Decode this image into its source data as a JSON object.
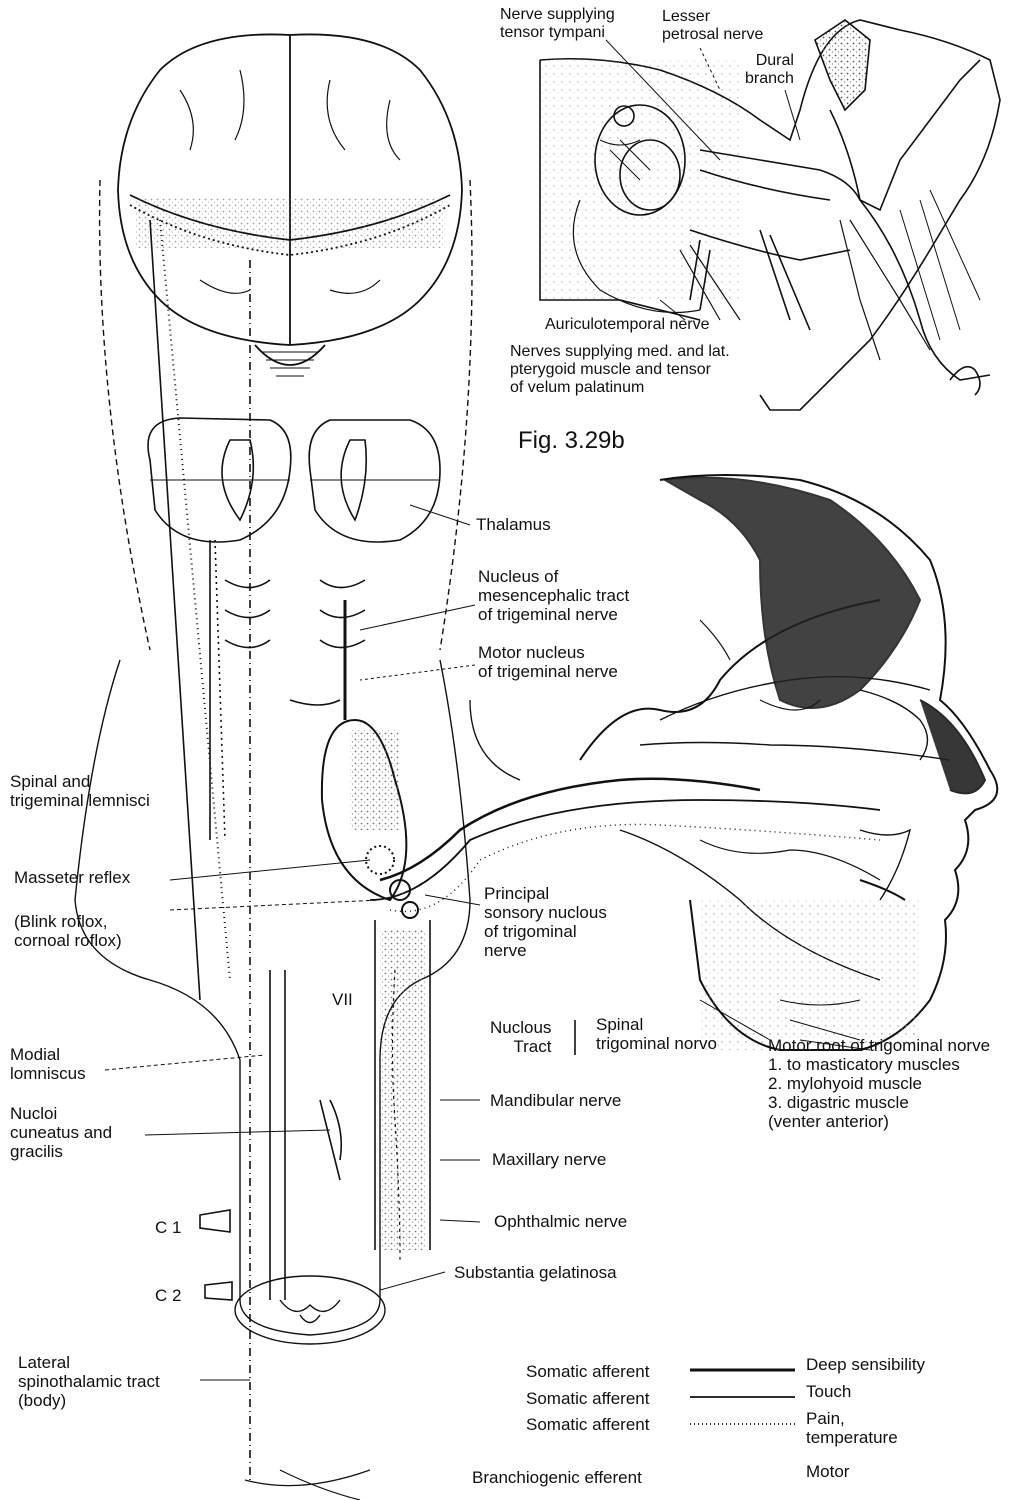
{
  "figure": {
    "caption": "Fig. 3.29b"
  },
  "inset_labels": {
    "nerve_tensor_tympani": "Nerve supplying\ntensor tympani",
    "lesser_petrosal": "Lesser\npetrosal nerve",
    "dural_branch": "Dural\nbranch",
    "auriculotemporal": "Auriculotemporal nerve",
    "pterygoid_nerves": "Nerves supplying med. and lat.\npterygoid muscle and tensor\nof velum palatinum"
  },
  "labels": {
    "thalamus": "Thalamus",
    "mesencephalic_nucleus": "Nucleus of\nmesencephalic tract\nof trigeminal nerve",
    "motor_nucleus": "Motor nucleus\nof trigeminal nerve",
    "spinal_lemnisci": "Spinal and\ntrigeminal lemnisci",
    "masseter_reflex": "Masseter reflex",
    "blink_reflex": "(Blink roflox,\ncornoal roflox)",
    "principal_nucleus": "Principal\nsonsory nuclous\nof trigominal\nnerve",
    "vii": "VII",
    "nucleus_tract": "Nuclous\nTract",
    "spinal_trigeminal": "Spinal\ntrigominal norvo",
    "motor_root": "Motor root of trigominal norve\n1. to masticatory muscles\n2. mylohyoid muscle\n3. digastric muscle\n(venter anterior)",
    "medial_lemniscus": "Modial\nlomniscus",
    "nuclei_cuneatus": "Nucloi\ncuneatus and\ngracilis",
    "mandibular": "Mandibular nerve",
    "maxillary": "Maxillary nerve",
    "ophthalmic": "Ophthalmic nerve",
    "c1": "C 1",
    "c2": "C 2",
    "substantia": "Substantia gelatinosa",
    "lateral_spinothalamic": "Lateral\nspinothalamic tract\n(body)"
  },
  "legend": [
    {
      "left": "Somatic afferent",
      "right": "Deep sensibility",
      "line": "thick"
    },
    {
      "left": "Somatic afferent",
      "right": "Touch",
      "line": "thin"
    },
    {
      "left": "Somatic afferent",
      "right": "Pain,\ntemperature",
      "line": "dotted"
    },
    {
      "left": "Branchiogenic efferent",
      "right": "Motor",
      "line": "none"
    }
  ]
}
